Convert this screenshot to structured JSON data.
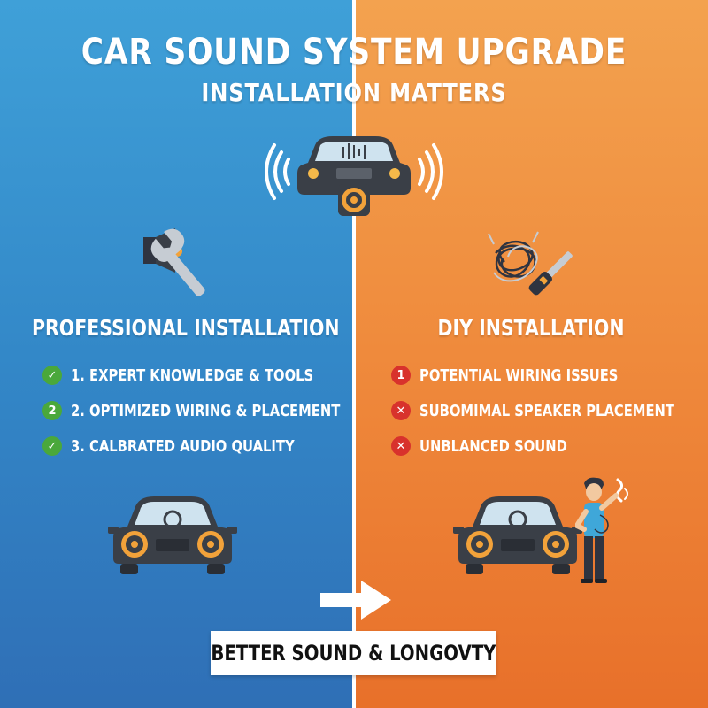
{
  "header": {
    "title": "CAR SOUND SYSTEM UPGRADE",
    "subtitle": "INSTALLATION MATTERS"
  },
  "professional": {
    "heading": "PROFESSIONAL INSTALLATION",
    "items": [
      {
        "badge": "✓",
        "text": "1. EXPERT KNOWLEDGE & TOOLS"
      },
      {
        "badge": "2",
        "text": "2. OPTIMIZED WIRING & PLACEMENT"
      },
      {
        "badge": "✓",
        "text": "3. CALBRATED AUDIO QUALITY"
      }
    ]
  },
  "diy": {
    "heading": "DIY INSTALLATION",
    "items": [
      {
        "badge": "1",
        "text": "POTENTIAL WIRING ISSUES"
      },
      {
        "badge": "✕",
        "text": "SUBOMIMAL SPEAKER PLACEMENT"
      },
      {
        "badge": "✕",
        "text": "UNBLANCED SOUND"
      }
    ]
  },
  "footer": {
    "banner": "BETTER SOUND & LONGOVTY"
  },
  "icons": [
    "car-audio-icon",
    "speaker-wrench-icon",
    "tangled-wires-screwdriver-icon",
    "car-front-icon",
    "frustrated-person-icon",
    "arrow-right-icon"
  ],
  "colors": {
    "left_bg": "#3388c8",
    "right_bg": "#ef8a3c",
    "check_green": "#4aa83b",
    "error_red": "#d8322c",
    "speaker_orange": "#f2a23a"
  }
}
